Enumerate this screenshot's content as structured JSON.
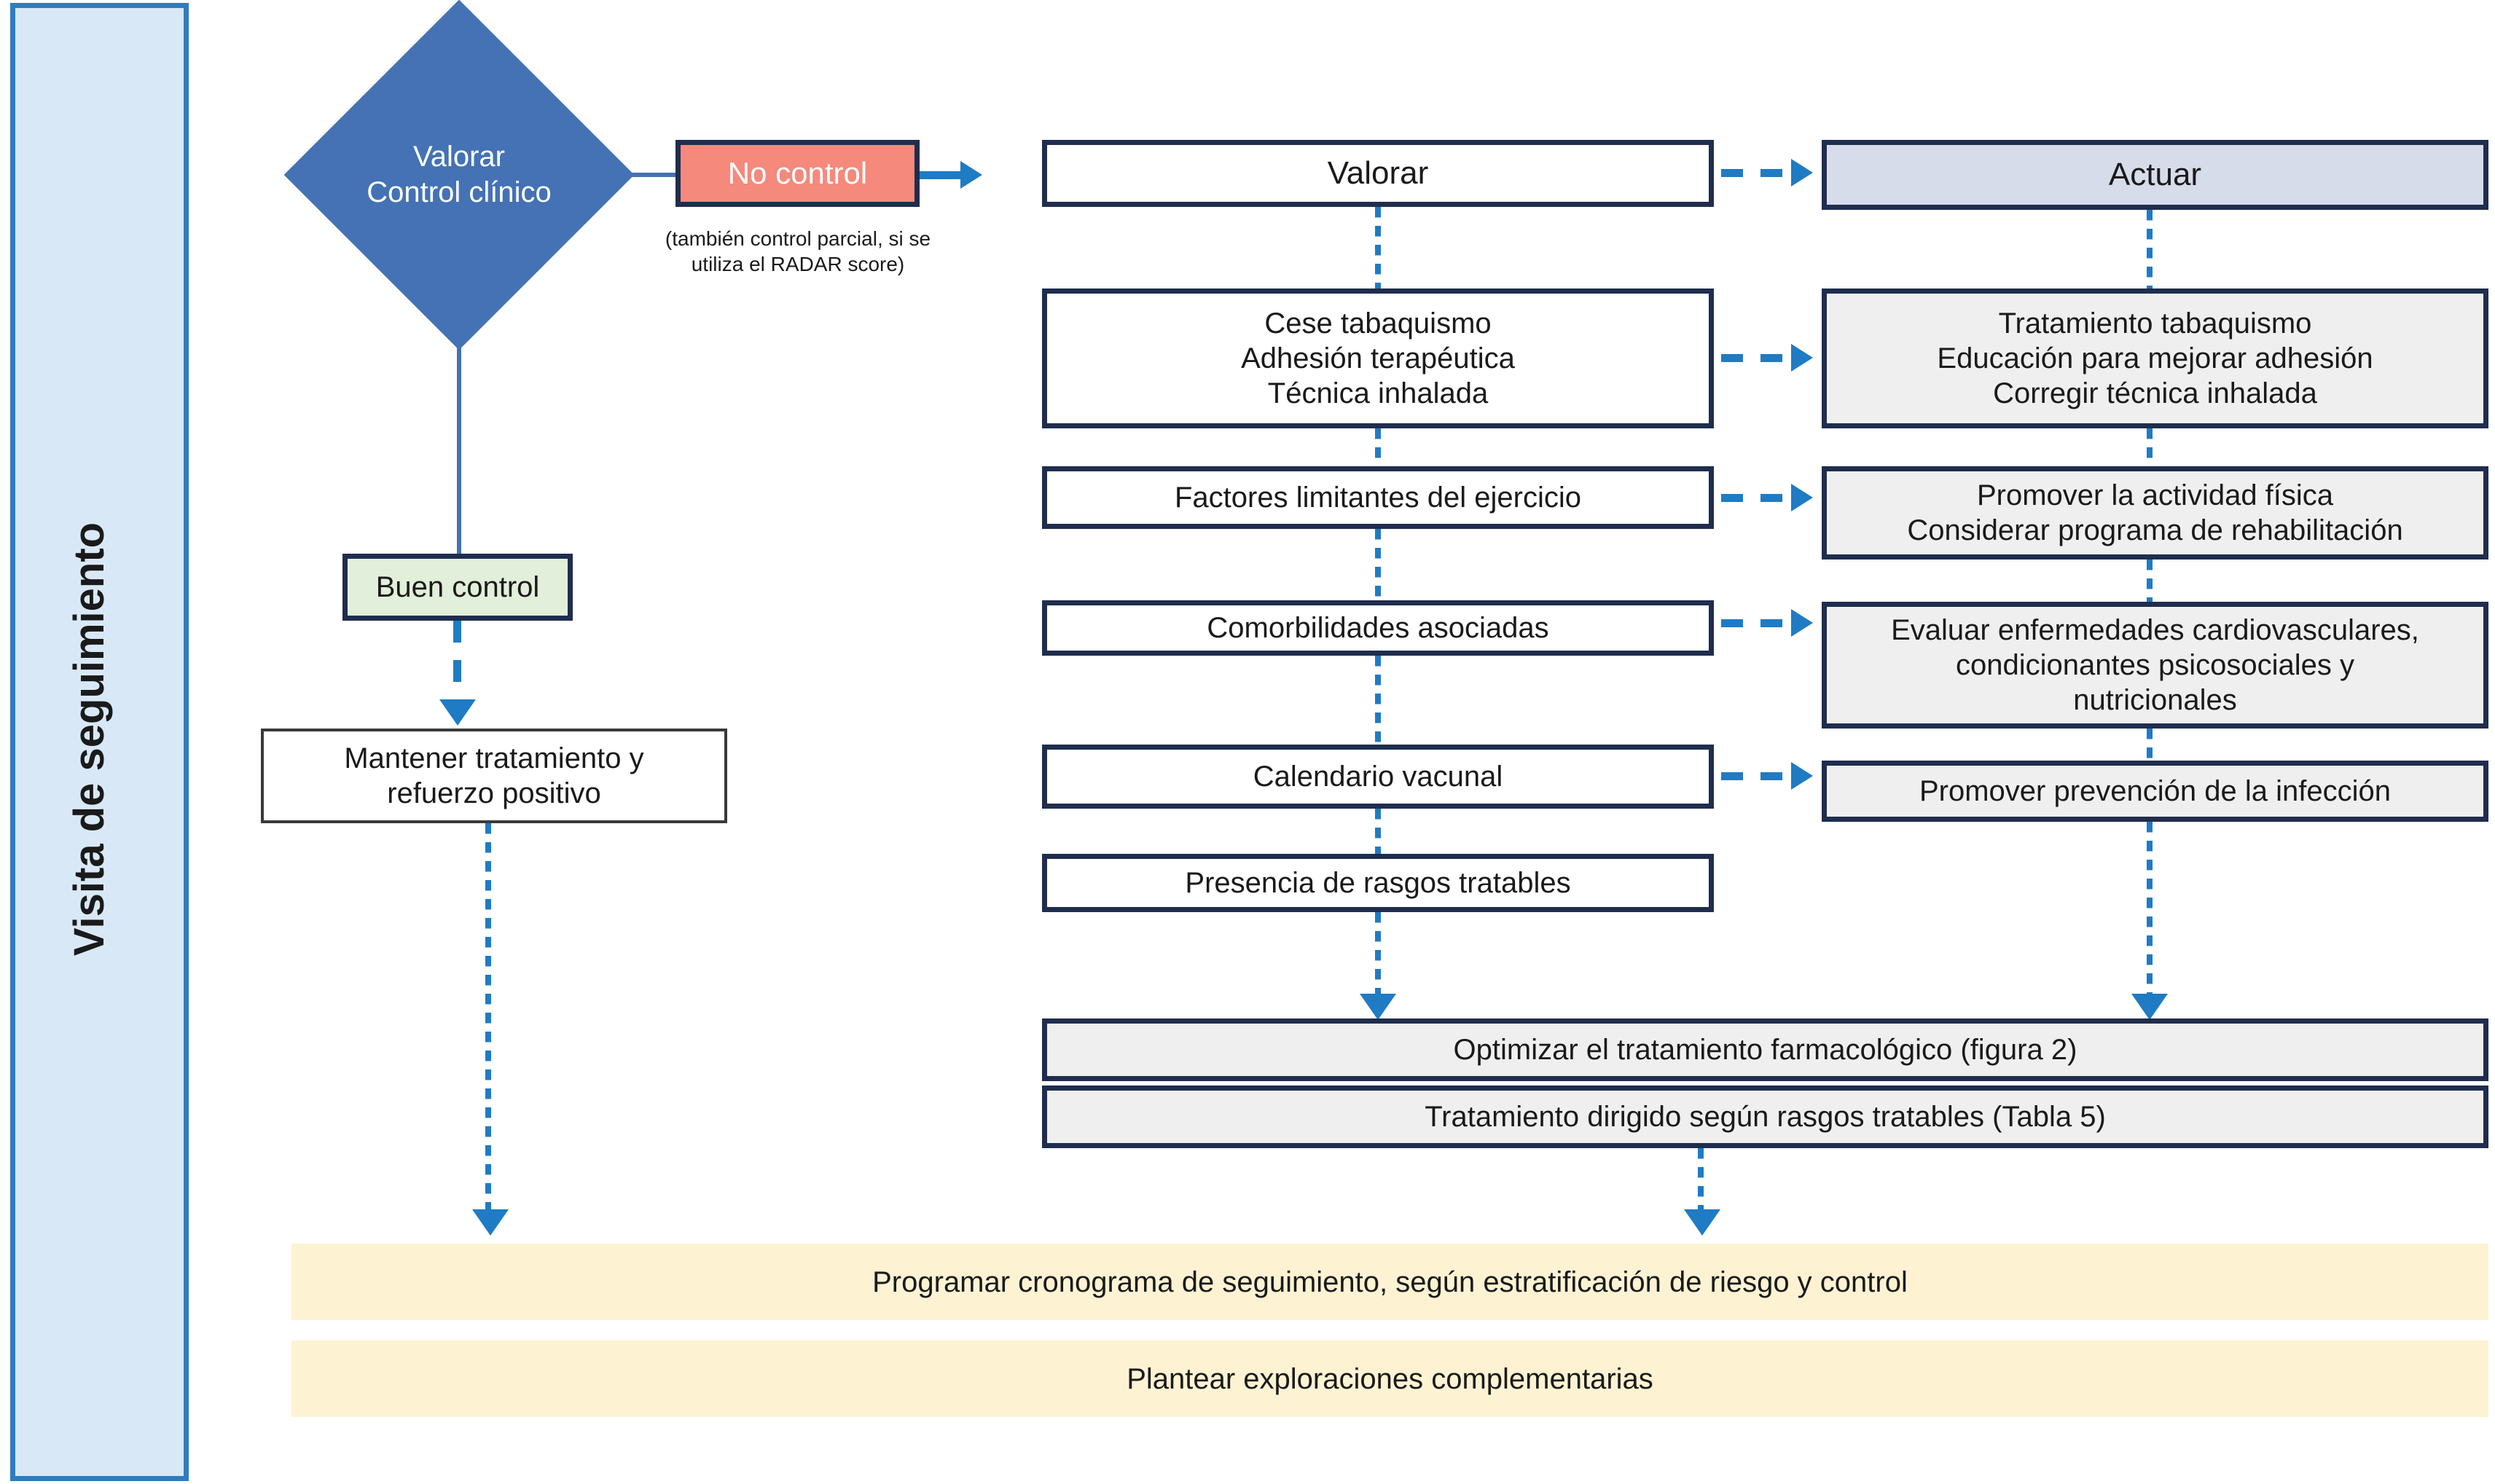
{
  "diagram": {
    "title": "Visita de seguimiento",
    "colors": {
      "sidebar_fill": "#D9E8F7",
      "sidebar_border": "#2E7DC0",
      "node_border": "#1F2D4E",
      "diamond_fill": "#4472B4",
      "no_control_fill": "#F4897C",
      "buen_control_fill": "#E2EFDA",
      "actuar_fill": "#D6DCE9",
      "action_fill": "#EFEFEF",
      "footer_fill": "#FDF3D3",
      "connector": "#1F7BC4"
    }
  },
  "sidebar": {
    "label": "Visita de seguimiento"
  },
  "decision": {
    "line1": "Valorar",
    "line2": "Control clínico"
  },
  "branches": {
    "no_control": "No control",
    "no_control_note": "(también control parcial, si se\nutiliza el RADAR score)",
    "buen_control": "Buen control",
    "mantener": "Mantener tratamiento y\nrefuerzo positivo"
  },
  "columns": {
    "assess_header": "Valorar",
    "act_header": "Actuar"
  },
  "rows": [
    {
      "assess": "Cese tabaquismo\nAdhesión terapéutica\nTécnica inhalada",
      "act": "Tratamiento tabaquismo\nEducación para mejorar adhesión\nCorregir técnica inhalada"
    },
    {
      "assess": "Factores limitantes del ejercicio",
      "act": "Promover la actividad física\nConsiderar programa de rehabilitación"
    },
    {
      "assess": "Comorbilidades asociadas",
      "act": "Evaluar enfermedades cardiovasculares,\ncondicionantes psicosociales y\nnutricionales"
    },
    {
      "assess": "Calendario vacunal",
      "act": "Promover prevención de la infección"
    },
    {
      "assess": "Presencia de rasgos tratables",
      "act": ""
    }
  ],
  "treatment": {
    "optimize": "Optimizar el tratamiento farmacológico (figura 2)",
    "targeted": "Tratamiento dirigido según rasgos tratables (Tabla 5)"
  },
  "footer": {
    "schedule": "Programar cronograma de seguimiento, según estratificación de riesgo y control",
    "explorations": "Plantear exploraciones complementarias"
  }
}
